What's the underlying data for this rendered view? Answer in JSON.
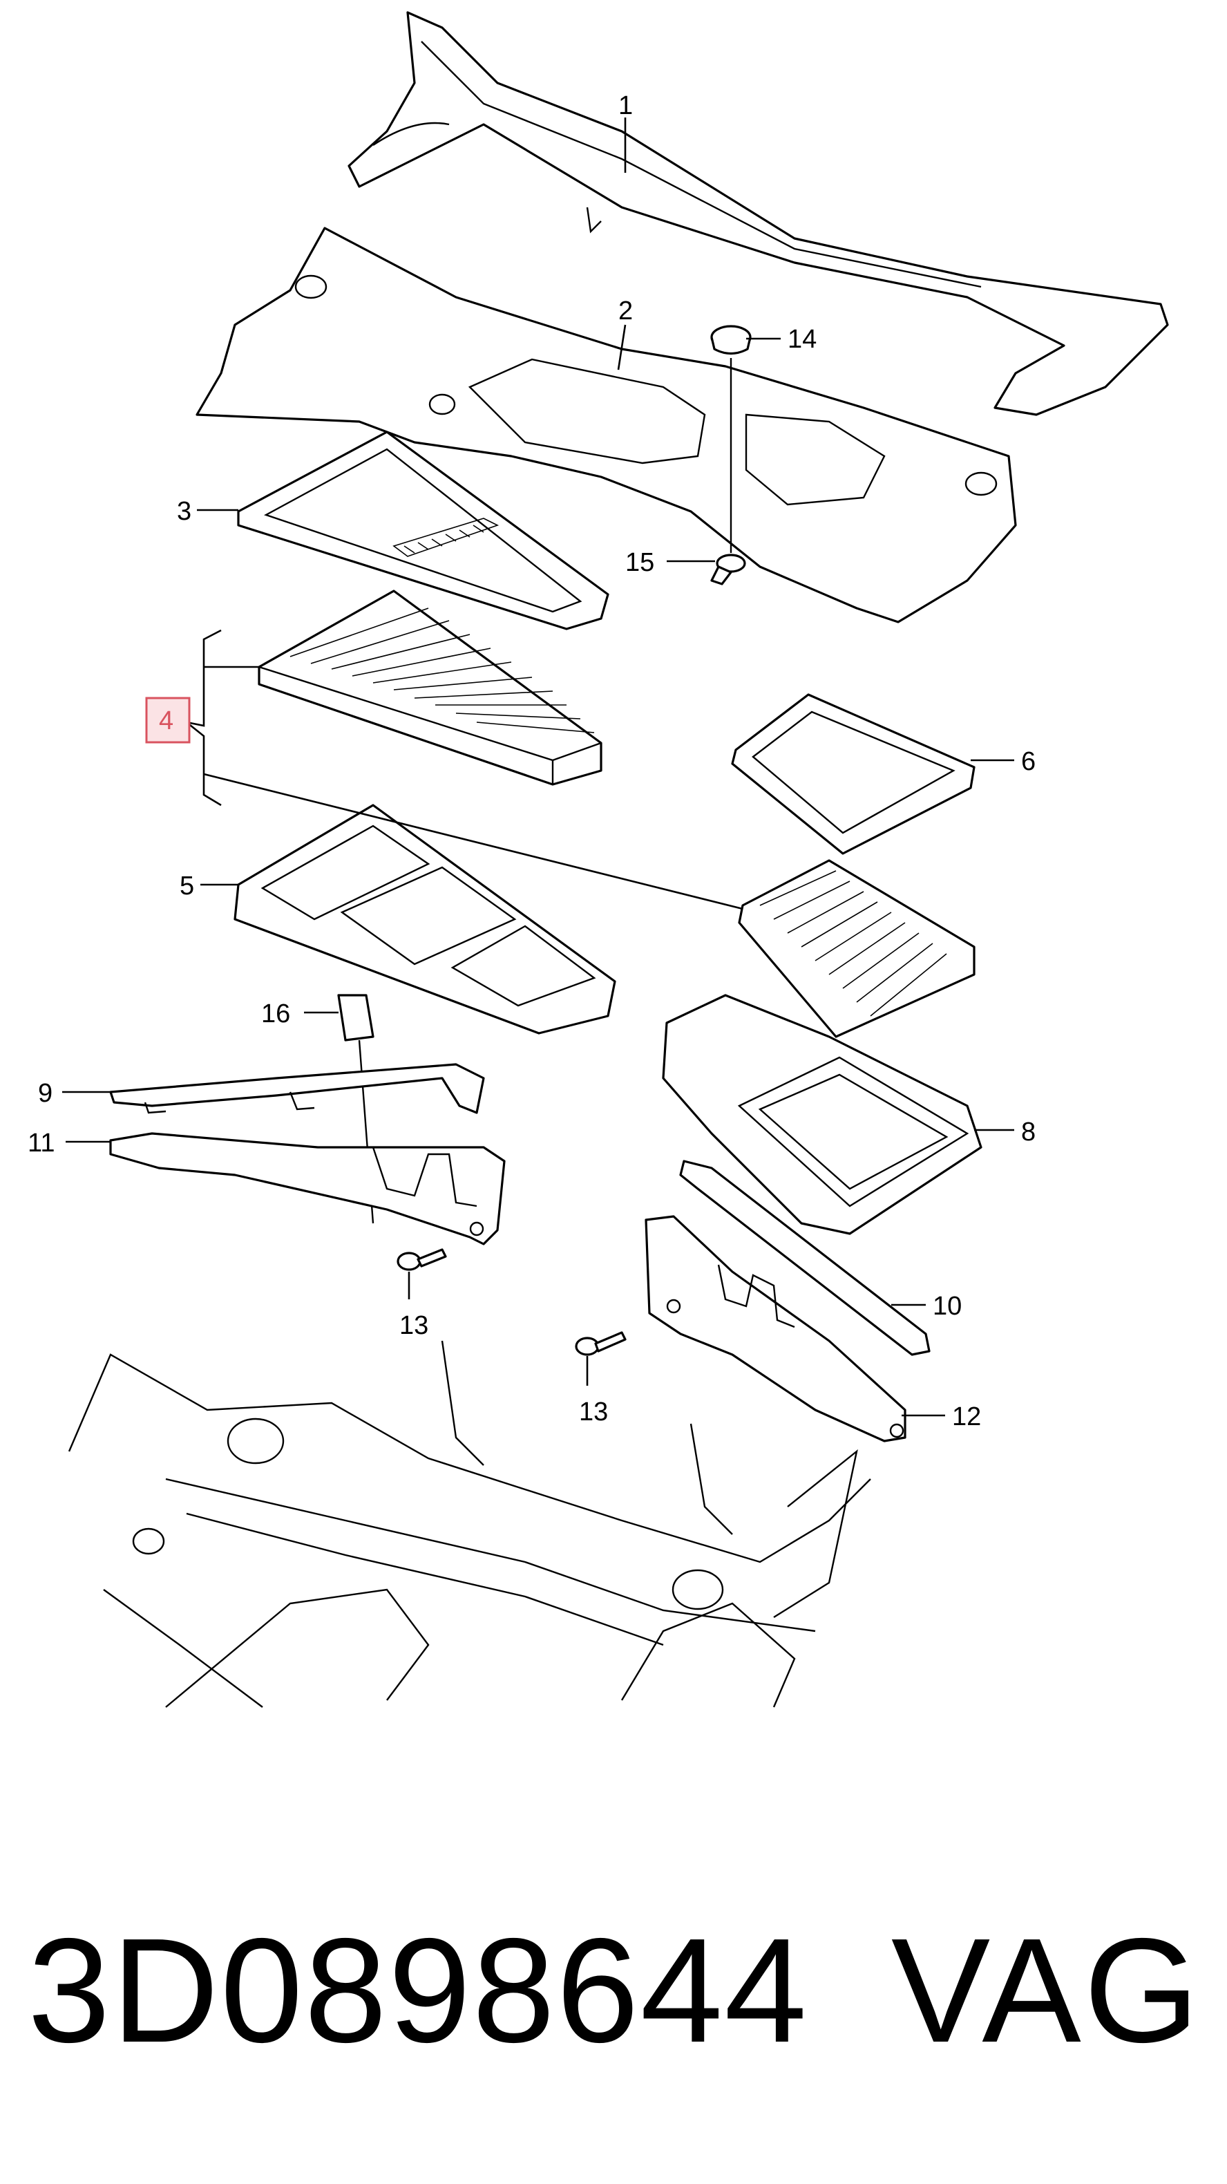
{
  "diagram": {
    "callouts": [
      {
        "id": "c1",
        "label": "1"
      },
      {
        "id": "c2",
        "label": "2"
      },
      {
        "id": "c3",
        "label": "3"
      },
      {
        "id": "c4",
        "label": "4",
        "highlighted": true
      },
      {
        "id": "c5",
        "label": "5"
      },
      {
        "id": "c6",
        "label": "6"
      },
      {
        "id": "c8",
        "label": "8"
      },
      {
        "id": "c9",
        "label": "9"
      },
      {
        "id": "c10",
        "label": "10"
      },
      {
        "id": "c11",
        "label": "11"
      },
      {
        "id": "c12",
        "label": "12"
      },
      {
        "id": "c13a",
        "label": "13"
      },
      {
        "id": "c13b",
        "label": "13"
      },
      {
        "id": "c14",
        "label": "14"
      },
      {
        "id": "c15",
        "label": "15"
      },
      {
        "id": "c16",
        "label": "16"
      }
    ],
    "highlight_color": "#d9535f"
  },
  "footer": {
    "part_number": "3D0898644",
    "brand": "VAG"
  }
}
